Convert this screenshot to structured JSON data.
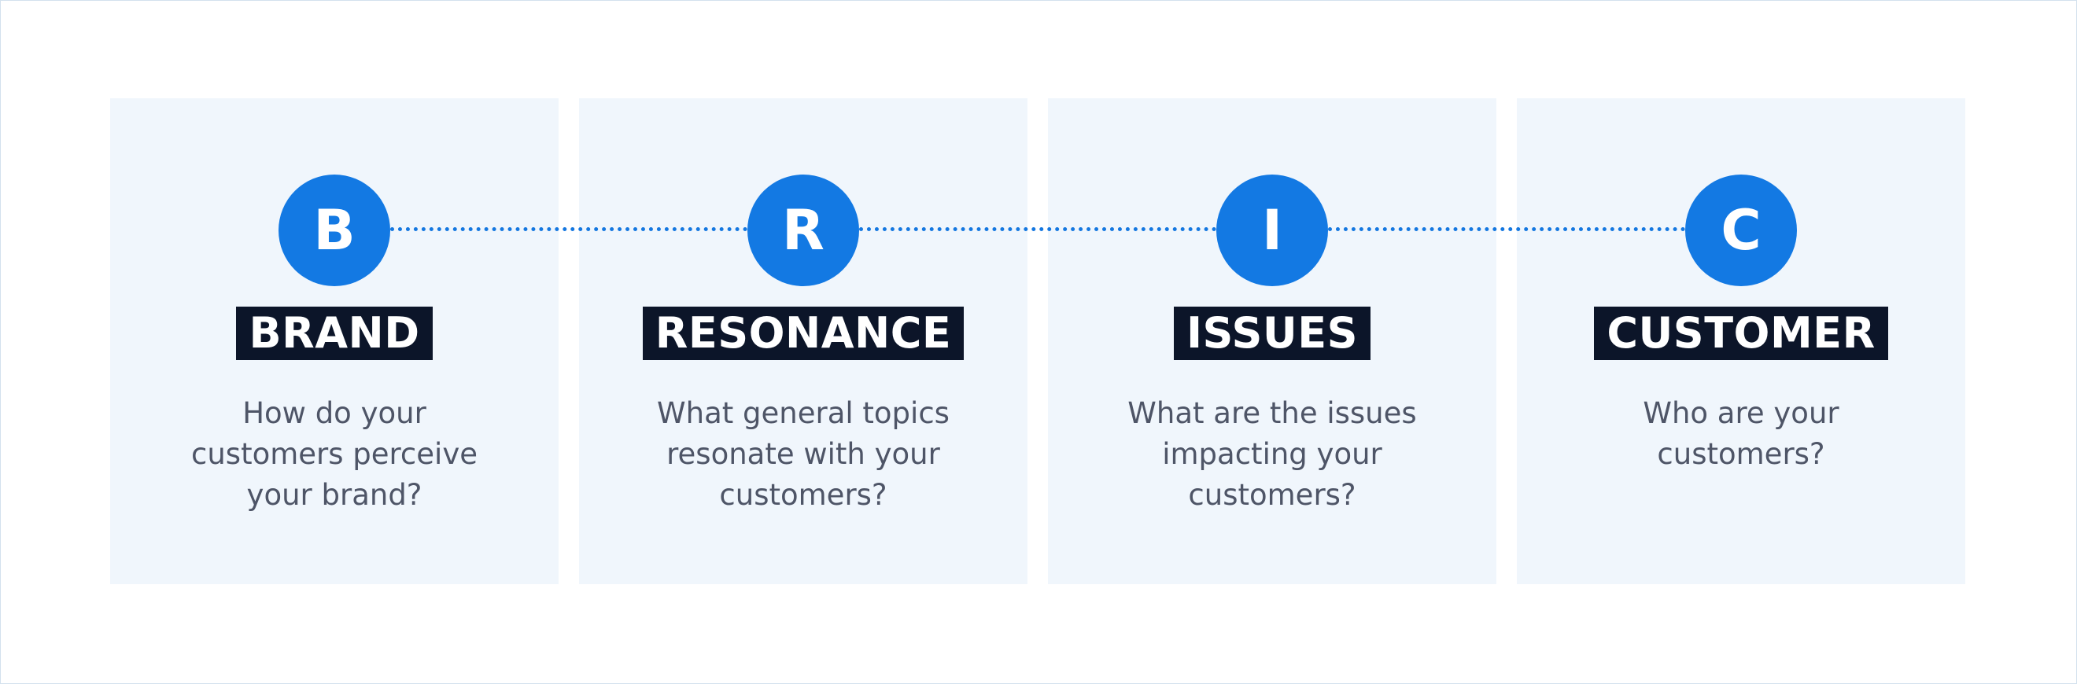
{
  "steps": [
    {
      "letter": "B",
      "title": "BRAND",
      "description_lines": [
        "How do your",
        "customers perceive",
        "your brand?"
      ]
    },
    {
      "letter": "R",
      "title": "RESONANCE",
      "description_lines": [
        "What general topics",
        "resonate with your",
        "customers?"
      ]
    },
    {
      "letter": "I",
      "title": "ISSUES",
      "description_lines": [
        "What are the issues",
        "impacting your",
        "customers?"
      ]
    },
    {
      "letter": "C",
      "title": "CUSTOMER",
      "description_lines": [
        "Who are your",
        "customers?"
      ]
    }
  ],
  "colors": {
    "accent_blue": "#1379e3",
    "title_background": "#0c1529",
    "card_background": "#f0f6fc",
    "description_text": "#4e5567"
  }
}
